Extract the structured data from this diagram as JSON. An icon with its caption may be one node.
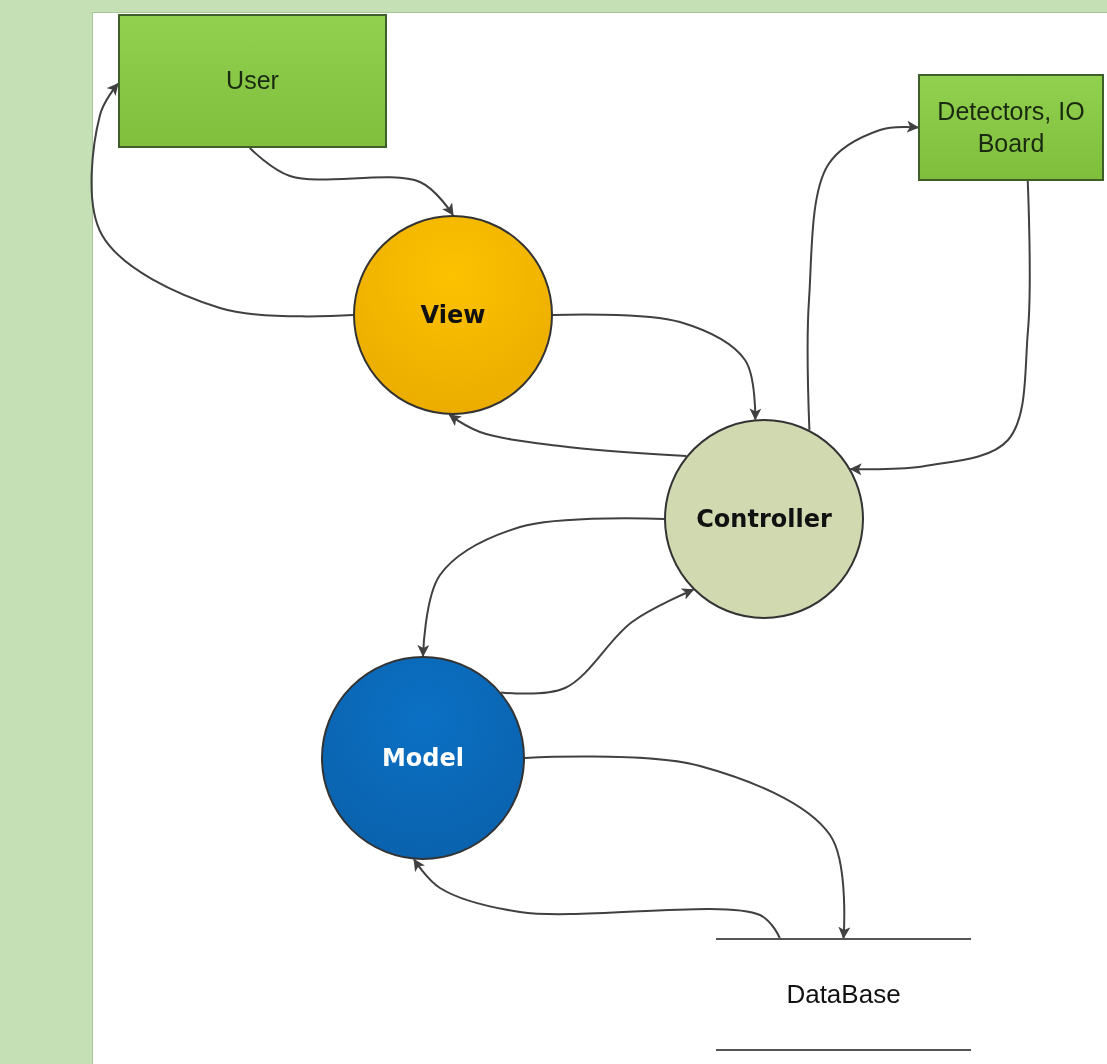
{
  "diagram": {
    "nodes": [
      {
        "text": [
          "User"
        ]
      },
      {
        "text": [
          "Detectors, IO Board"
        ]
      },
      {
        "text": [
          "View"
        ]
      },
      {
        "text": [
          "Controller"
        ]
      },
      {
        "text": [
          "Model"
        ]
      },
      {
        "text": [
          "DataBase"
        ]
      }
    ],
    "edges": [
      {
        "from": 0,
        "to": 2,
        "arrow": "to"
      },
      {
        "from": 2,
        "to": 0,
        "arrow": "to"
      },
      {
        "from": 2,
        "to": 3,
        "arrow": "to"
      },
      {
        "from": 3,
        "to": 2,
        "arrow": "to"
      },
      {
        "from": 3,
        "to": 1,
        "arrow": "to"
      },
      {
        "from": 1,
        "to": 3,
        "arrow": "to"
      },
      {
        "from": 3,
        "to": 4,
        "arrow": "to"
      },
      {
        "from": 4,
        "to": 3,
        "arrow": "to"
      },
      {
        "from": 4,
        "to": 5,
        "arrow": "to"
      },
      {
        "from": 5,
        "to": 4,
        "arrow": "to"
      }
    ]
  }
}
